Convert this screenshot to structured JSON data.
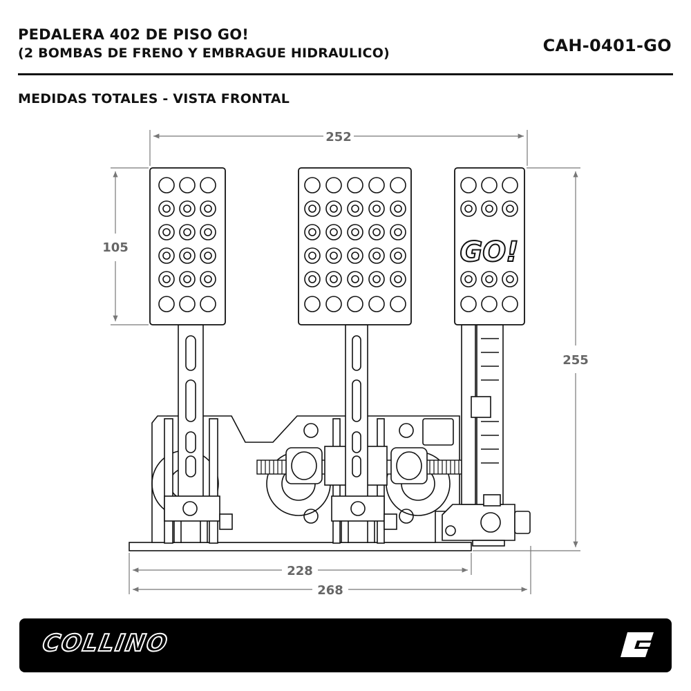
{
  "header": {
    "title_line1": "PEDALERA 402 DE PISO GO!",
    "title_line2": "(2 BOMBAS DE FRENO Y EMBRAGUE HIDRAULICO)",
    "code": "CAH-0401-GO"
  },
  "section_title": "MEDIDAS TOTALES - VISTA FRONTAL",
  "dimensions": {
    "top_width": "252",
    "pad_height": "105",
    "total_height": "255",
    "base_width": "228",
    "total_width": "268"
  },
  "pad_logo": "GO!",
  "footer": {
    "brand": "COLLINO",
    "logo_icon": "collino-c-icon"
  },
  "colors": {
    "line": "#111111",
    "dimension": "#666666",
    "footer_bg": "#000000"
  }
}
